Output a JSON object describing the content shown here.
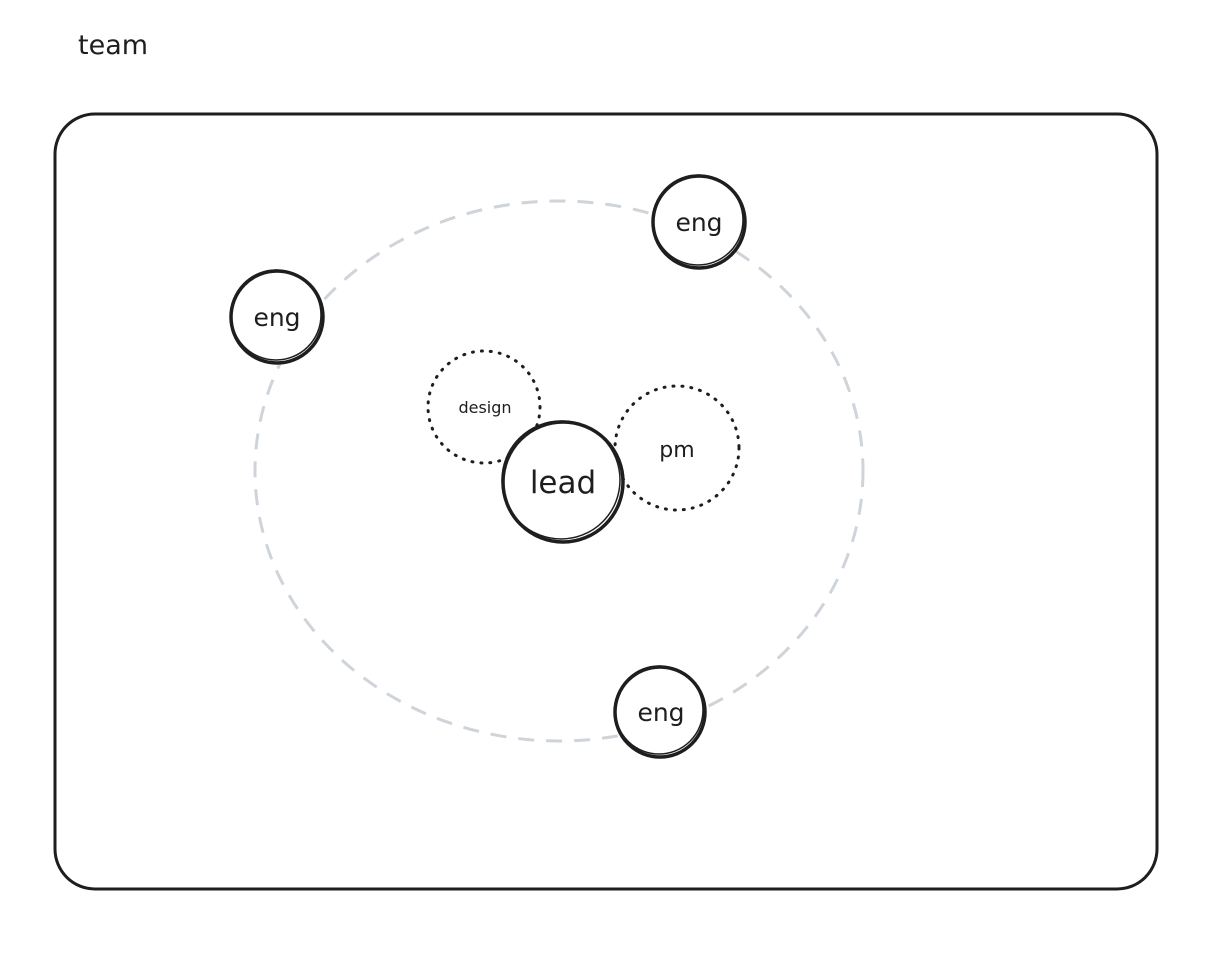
{
  "canvas": {
    "title": "team"
  },
  "nodes": {
    "eng_left": {
      "label": "eng"
    },
    "eng_top": {
      "label": "eng"
    },
    "eng_bottom": {
      "label": "eng"
    },
    "lead": {
      "label": "lead"
    },
    "design": {
      "label": "design"
    },
    "pm": {
      "label": "pm"
    }
  },
  "colors": {
    "stroke": "#1e1e1e",
    "orbit": "#ced4da",
    "background": "#ffffff"
  }
}
